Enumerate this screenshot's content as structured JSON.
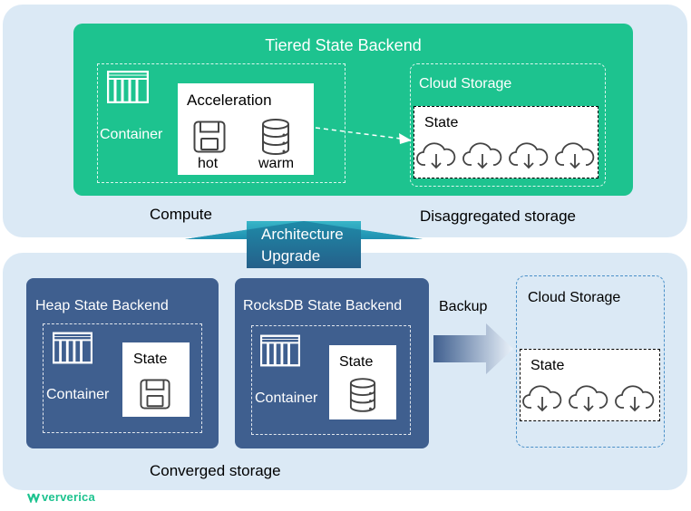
{
  "top": {
    "title": "Tiered State Backend",
    "container_label": "Container",
    "acceleration": {
      "title": "Acceleration",
      "hot": "hot",
      "warm": "warm"
    },
    "cloud_storage": {
      "title": "Cloud Storage",
      "state_label": "State"
    },
    "compute_label": "Compute",
    "disaggregated_label": "Disaggregated storage"
  },
  "upgrade": {
    "line1": "Architecture",
    "line2": "Upgrade"
  },
  "bottom": {
    "heap": {
      "title": "Heap State Backend",
      "container_label": "Container",
      "state_label": "State"
    },
    "rocksdb": {
      "title": "RocksDB State Backend",
      "container_label": "Container",
      "state_label": "State"
    },
    "backup_label": "Backup",
    "cloud_storage": {
      "title": "Cloud Storage",
      "state_label": "State"
    },
    "converged_label": "Converged storage"
  },
  "logo": {
    "text": "ververica"
  },
  "colors": {
    "panel": "#dbe9f5",
    "green": "#1dc38f",
    "navy": "#3f5f8f",
    "arrow_teal": "#2a9fb9"
  }
}
